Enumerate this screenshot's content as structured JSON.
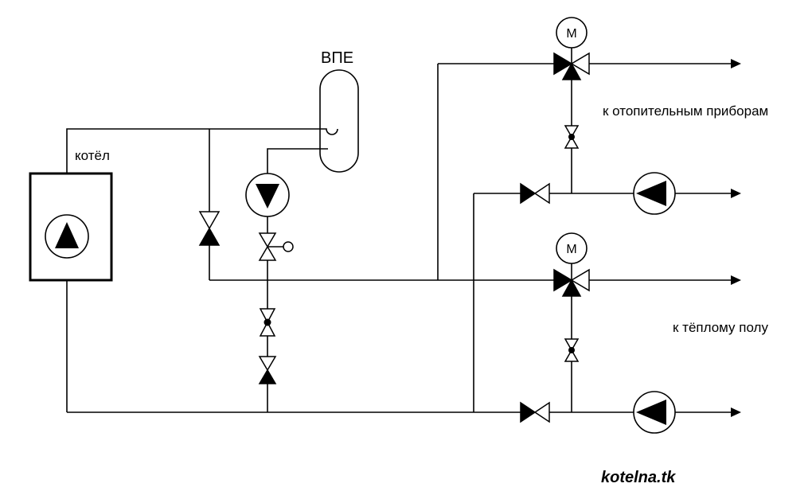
{
  "diagram": {
    "background": "#ffffff",
    "line_color": "#000000",
    "labels": {
      "vessel": "ВПЕ",
      "boiler": "котёл",
      "to_radiators": "к отопительным приборам",
      "to_floor": "к тёплому полу",
      "motor": "M",
      "watermark": "kotelna.tk"
    }
  }
}
